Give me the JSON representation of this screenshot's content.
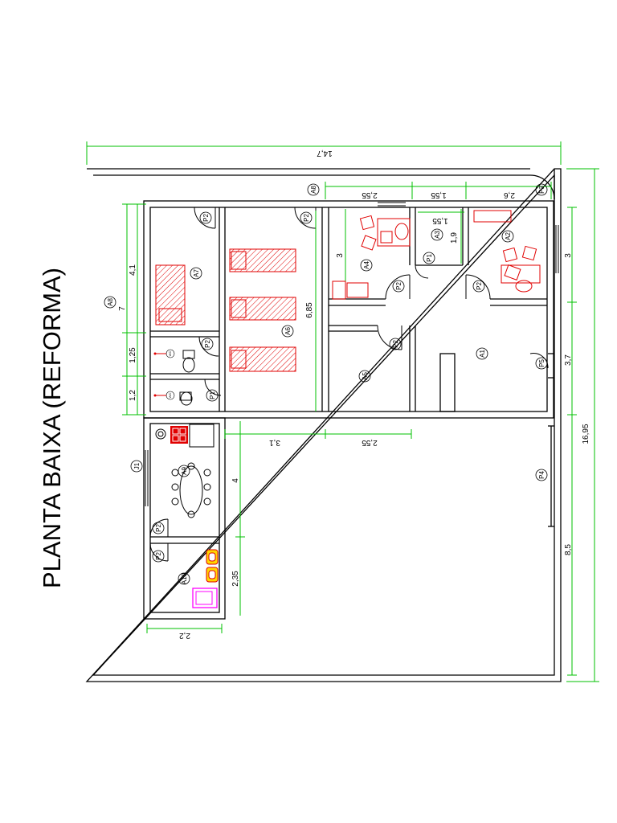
{
  "title": "PLANTA BAIXA (REFORMA)",
  "dimensions": {
    "overall_width": "14,7",
    "overall_height": "16,95",
    "top_a": "2,55",
    "top_b": "1,55",
    "top_c": "2,6",
    "small_w": "1,55",
    "small_h": "1,9",
    "room_a4_h": "3",
    "room_a2_h": "3",
    "right_a1_h": "3,7",
    "right_lower": "8,5",
    "dorm_h": "6,85",
    "left_a": "4,1",
    "left_b": "1,25",
    "left_c": "1,2",
    "mid_a": "3,1",
    "mid_b": "2,55",
    "kitchen_h": "4",
    "laundry_h": "2,35",
    "laundry_w": "2,2",
    "yard_dim": "7"
  },
  "areas": {
    "a1": "A1",
    "a2": "A2",
    "a3": "A3",
    "a4": "A4",
    "a5": "A5",
    "a6": "A6",
    "a7": "A7",
    "a8": "A8",
    "a9": "A9",
    "a10": "A10"
  },
  "doors": {
    "p1": "P1",
    "p2": "P2",
    "p3": "P3",
    "p4": "P4",
    "p5": "P5",
    "j1": "J1"
  },
  "fixtures": {
    "wc": "WC"
  },
  "colors": {
    "walls": "#000000",
    "dimension_lines": "#00c000",
    "furniture": "#e00000",
    "appliance_yellow": "#ffd800",
    "appliance_magenta": "#ff00ff"
  }
}
